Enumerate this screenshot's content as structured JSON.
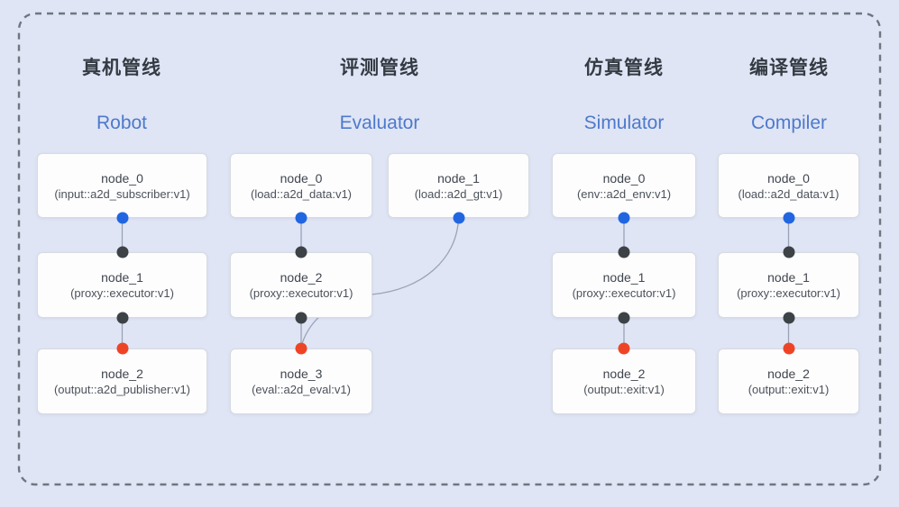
{
  "colors": {
    "bg": "#dfe5f5",
    "boxfill": "#fdfdfe",
    "boxborder": "#d7dbe1",
    "dash": "#6f7680",
    "zh": "#353b43",
    "en": "#4e79cb",
    "nodename": "#40464e",
    "nodeimpl": "#4c525a",
    "line": "#9aa3b5",
    "blue": "#2166e0",
    "black": "#3d4247",
    "red": "#ee4426"
  },
  "pipelines": [
    {
      "title_zh": "真机管线",
      "title_en": "Robot",
      "nodes": [
        {
          "name": "node_0",
          "impl": "(input::a2d_subscriber:v1)"
        },
        {
          "name": "node_1",
          "impl": "(proxy::executor:v1)"
        },
        {
          "name": "node_2",
          "impl": "(output::a2d_publisher:v1)"
        }
      ],
      "edges": [
        {
          "from": "node_0",
          "to": "node_1"
        },
        {
          "from": "node_1",
          "to": "node_2"
        }
      ]
    },
    {
      "title_zh": "评测管线",
      "title_en": "Evaluator",
      "nodes": [
        {
          "name": "node_0",
          "impl": "(load::a2d_data:v1)"
        },
        {
          "name": "node_1",
          "impl": "(load::a2d_gt:v1)"
        },
        {
          "name": "node_2",
          "impl": "(proxy::executor:v1)"
        },
        {
          "name": "node_3",
          "impl": "(eval::a2d_eval:v1)"
        }
      ],
      "edges": [
        {
          "from": "node_0",
          "to": "node_2"
        },
        {
          "from": "node_1",
          "to": "node_3"
        },
        {
          "from": "node_2",
          "to": "node_3"
        }
      ]
    },
    {
      "title_zh": "仿真管线",
      "title_en": "Simulator",
      "nodes": [
        {
          "name": "node_0",
          "impl": "(env::a2d_env:v1)"
        },
        {
          "name": "node_1",
          "impl": "(proxy::executor:v1)"
        },
        {
          "name": "node_2",
          "impl": "(output::exit:v1)"
        }
      ],
      "edges": [
        {
          "from": "node_0",
          "to": "node_1"
        },
        {
          "from": "node_1",
          "to": "node_2"
        }
      ]
    },
    {
      "title_zh": "编译管线",
      "title_en": "Compiler",
      "nodes": [
        {
          "name": "node_0",
          "impl": "(load::a2d_data:v1)"
        },
        {
          "name": "node_1",
          "impl": "(proxy::executor:v1)"
        },
        {
          "name": "node_2",
          "impl": "(output::exit:v1)"
        }
      ],
      "edges": [
        {
          "from": "node_0",
          "to": "node_1"
        },
        {
          "from": "node_1",
          "to": "node_2"
        }
      ]
    }
  ]
}
